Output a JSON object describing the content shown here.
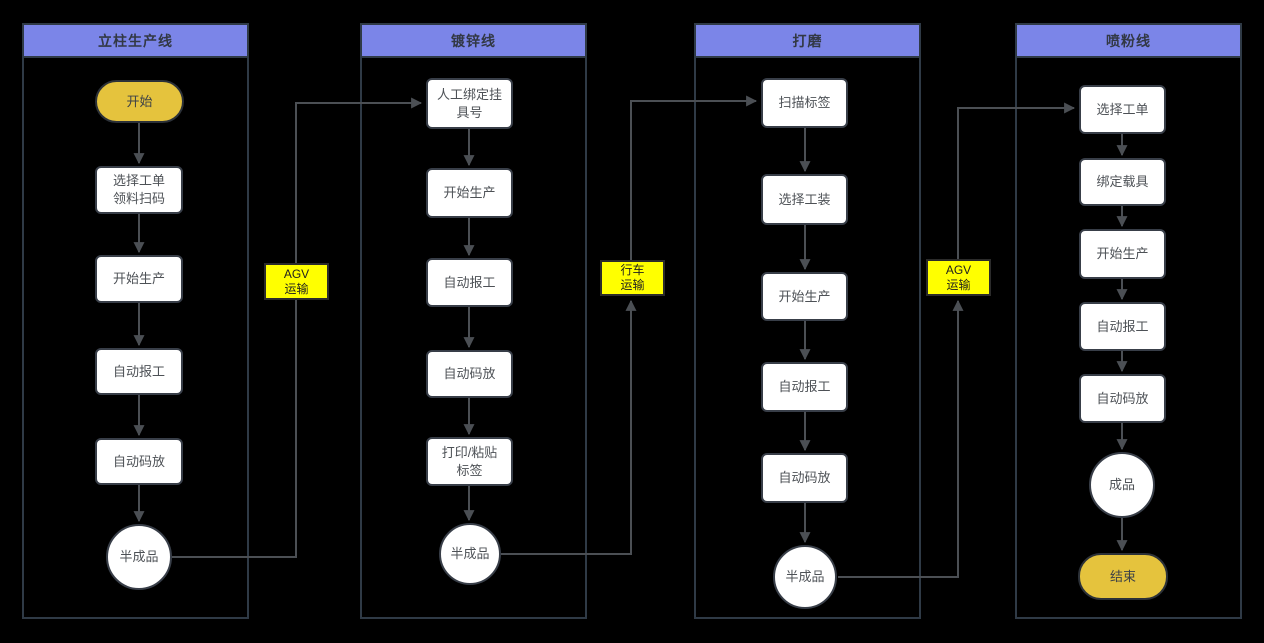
{
  "diagram": {
    "background": "#000000",
    "colors": {
      "lane_border": "#2f3a46",
      "lane_header_fill": "#7b85e8",
      "lane_header_text": "#323844",
      "node_fill": "#ffffff",
      "node_border": "#383e48",
      "node_text": "#4d5156",
      "terminal_fill": "#e5c33d",
      "transport_fill": "#ffff00",
      "connector": "#4b4f54"
    },
    "lanes": [
      {
        "title": "立柱生产线",
        "nodes": [
          {
            "type": "start",
            "label": "开始"
          },
          {
            "type": "process",
            "label": "选择工单\n领料扫码"
          },
          {
            "type": "process",
            "label": "开始生产"
          },
          {
            "type": "process",
            "label": "自动报工"
          },
          {
            "type": "process",
            "label": "自动码放"
          },
          {
            "type": "circle",
            "label": "半成品"
          }
        ]
      },
      {
        "title": "镀锌线",
        "nodes": [
          {
            "type": "process",
            "label": "人工绑定挂\n具号"
          },
          {
            "type": "process",
            "label": "开始生产"
          },
          {
            "type": "process",
            "label": "自动报工"
          },
          {
            "type": "process",
            "label": "自动码放"
          },
          {
            "type": "process",
            "label": "打印/粘贴\n标签"
          },
          {
            "type": "circle",
            "label": "半成品"
          }
        ]
      },
      {
        "title": "打磨",
        "nodes": [
          {
            "type": "process",
            "label": "扫描标签"
          },
          {
            "type": "process",
            "label": "选择工装"
          },
          {
            "type": "process",
            "label": "开始生产"
          },
          {
            "type": "process",
            "label": "自动报工"
          },
          {
            "type": "process",
            "label": "自动码放"
          },
          {
            "type": "circle",
            "label": "半成品"
          }
        ]
      },
      {
        "title": "喷粉线",
        "nodes": [
          {
            "type": "process",
            "label": "选择工单"
          },
          {
            "type": "process",
            "label": "绑定载具"
          },
          {
            "type": "process",
            "label": "开始生产"
          },
          {
            "type": "process",
            "label": "自动报工"
          },
          {
            "type": "process",
            "label": "自动码放"
          },
          {
            "type": "circle",
            "label": "成品"
          },
          {
            "type": "end",
            "label": "结束"
          }
        ]
      }
    ],
    "transports": [
      {
        "label": "AGV\n运输"
      },
      {
        "label": "行车\n运输"
      },
      {
        "label": "AGV\n运输"
      }
    ]
  }
}
